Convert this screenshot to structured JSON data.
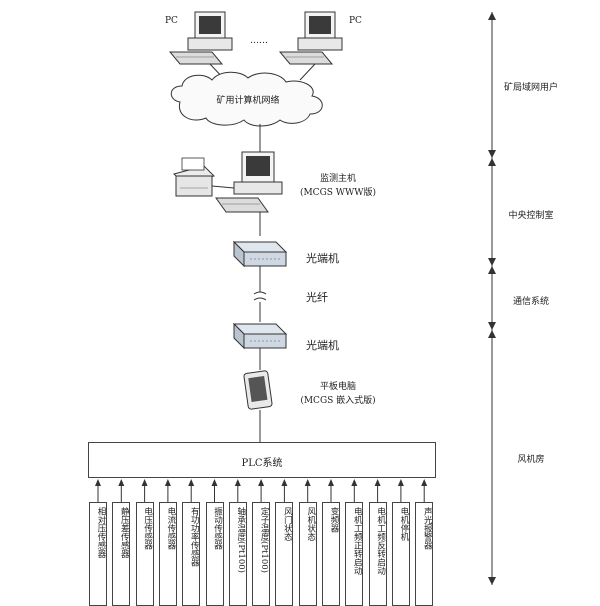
{
  "network": {
    "pc_left_label": "PC",
    "pc_right_label": "PC",
    "ellipsis": "……",
    "cloud_label": "矿用计算机网络"
  },
  "host": {
    "title": "监测主机",
    "subtitle": "(MCGS WWW版)"
  },
  "comm": {
    "optical_top": "光端机",
    "fiber": "光纤",
    "optical_bottom": "光端机"
  },
  "tablet": {
    "title": "平板电脑",
    "subtitle": "(MCGS 嵌入式版)"
  },
  "plc": {
    "label": "PLC系统"
  },
  "sensors": [
    "相对压传感器",
    "静压差传感器",
    "电压传感器",
    "电流传感器",
    "有功功率传感器",
    "振动传感器",
    "轴承温度(Pt100)",
    "定子温度(Pt100)",
    "风门状态",
    "风机状态",
    "变频器",
    "电机工频正转启动",
    "电机工频反转启动",
    "电机停机",
    "声光报警器"
  ],
  "zones": {
    "lan_users": "矿局域网用户",
    "control_room": "中央控制室",
    "comm_system": "通信系统",
    "fan_room": "风机房"
  }
}
